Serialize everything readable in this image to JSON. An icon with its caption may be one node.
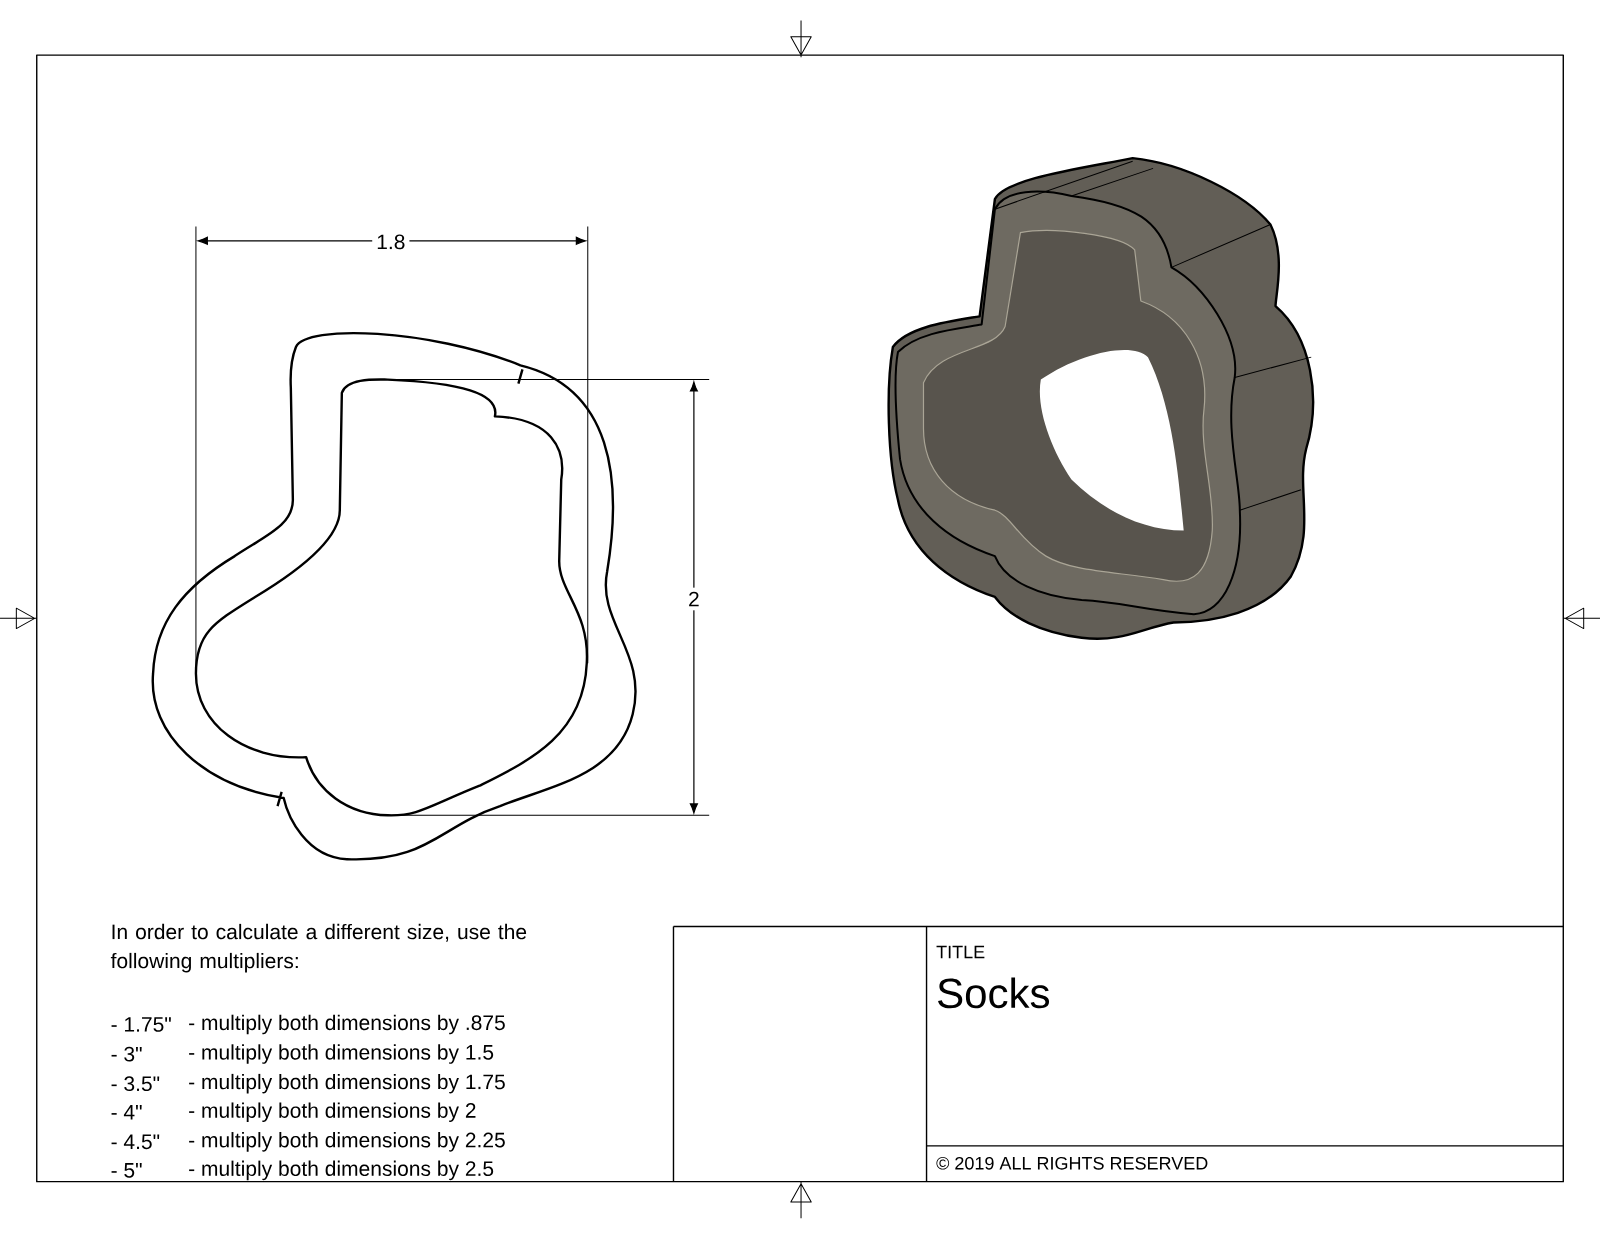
{
  "diagram": {
    "labels": [
      "1.8",
      "2",
      "In order to calculate a different size, use the following multipliers:",
      "- 1.75\"",
      "- multiply both dimensions by .875",
      "- 3\"",
      "- multiply both dimensions by 1.5",
      "- 3.5\"",
      "- multiply both dimensions by 1.75",
      "- 4\"",
      "- multiply both dimensions by 2",
      "- 4.5\"",
      "- multiply both dimensions by 2.25",
      "- 5\"",
      "- multiply both dimensions by 2.5",
      "TITLE",
      "Socks",
      "© 2019 ALL RIGHTS RESERVED"
    ]
  }
}
